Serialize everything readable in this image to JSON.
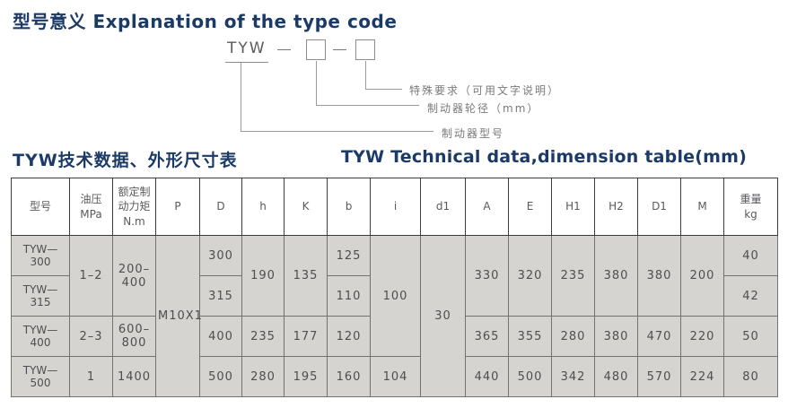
{
  "page": {
    "title1": "型号意义 Explanation of the type code",
    "title2_cn": "TYW技术数据、外形尺寸表",
    "title2_en": "TYW Technical data,dimension table(mm)"
  },
  "diagram": {
    "code": "TYW",
    "labels": {
      "special": "特殊要求（可用文字说明）",
      "wheel": "制动器轮径（mm）",
      "model": "制动器型号"
    }
  },
  "table": {
    "headers": [
      "型号",
      "油压\nMPa",
      "额定制\n动力矩\nN.m",
      "P",
      "D",
      "h",
      "K",
      "b",
      "i",
      "d1",
      "A",
      "E",
      "H1",
      "H2",
      "D1",
      "M",
      "重量\nkg"
    ],
    "rows": {
      "r1": {
        "model": "TYW—300",
        "pressure": "1–2",
        "torque": "200–400",
        "p": "M10X1",
        "d": "300",
        "h": "190",
        "k": "135",
        "b": "125",
        "i": "100",
        "d1": "30",
        "a": "330",
        "e": "320",
        "h1": "235",
        "h2": "380",
        "dd1": "380",
        "m": "200",
        "wt": "40"
      },
      "r2": {
        "model": "TYW—315",
        "d": "315",
        "b": "110",
        "wt": "42"
      },
      "r3": {
        "model": "TYW—400",
        "pressure": "2–3",
        "torque": "600–800",
        "d": "400",
        "h": "235",
        "k": "177",
        "b": "120",
        "a": "365",
        "e": "355",
        "h1": "280",
        "h2": "380",
        "dd1": "470",
        "m": "220",
        "wt": "50"
      },
      "r4": {
        "model": "TYW—500",
        "pressure": "1",
        "torque": "1400",
        "d": "500",
        "h": "280",
        "k": "195",
        "b": "160",
        "i": "104",
        "a": "440",
        "e": "500",
        "h1": "342",
        "h2": "480",
        "dd1": "570",
        "m": "224",
        "wt": "80"
      }
    }
  }
}
